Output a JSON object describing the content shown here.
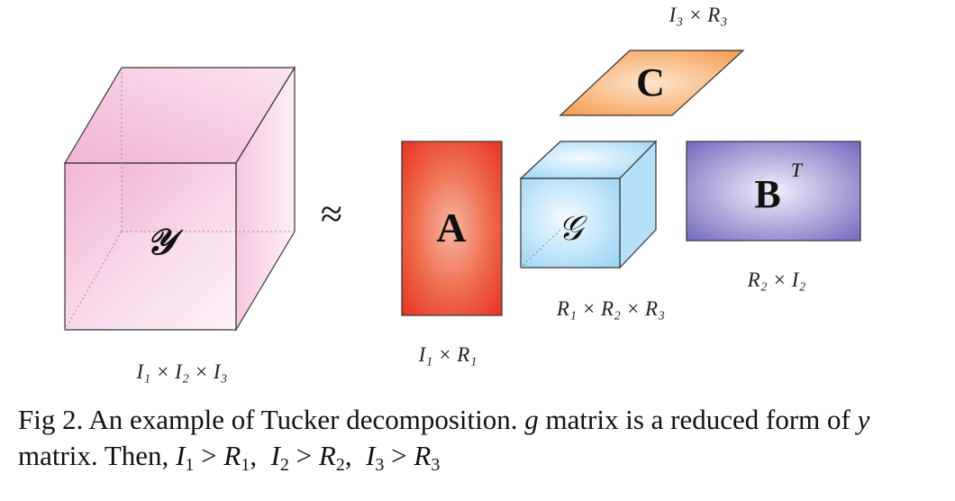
{
  "diagram": {
    "tensor_y": {
      "symbol": "𝒴",
      "dims": "I₁ × I₂ × I₃"
    },
    "approx": "≈",
    "matrix_a": {
      "label": "A",
      "dims": "I₁ × R₁"
    },
    "core_g": {
      "symbol": "𝒢",
      "dims": "R₁ × R₂ × R₃"
    },
    "matrix_c": {
      "label": "C",
      "dims": "I₃ × R₃"
    },
    "matrix_b": {
      "label": "B",
      "superscript": "T",
      "dims": "R₂ × I₂"
    }
  },
  "caption": {
    "part1": "Fig 2. An example of Tucker decomposition.",
    "g_symbol": "g",
    "part2": "matrix is a reduced form of",
    "y_symbol": "y",
    "part3": "matrix. Then,",
    "ineq1_l": "I",
    "ineq1_ls": "1",
    "ineq1_r": "R",
    "ineq1_rs": "1",
    "ineq2_l": "I",
    "ineq2_ls": "2",
    "ineq2_r": "R",
    "ineq2_rs": "2",
    "ineq3_l": "I",
    "ineq3_ls": "3",
    "ineq3_r": "R",
    "ineq3_rs": "3",
    "gt": ">",
    "sep": ","
  },
  "colors": {
    "tensor_y": "#f4bedc",
    "matrix_a": "#e9322a",
    "core_g": "#a9dcf6",
    "matrix_c": "#f6a45a",
    "matrix_b": "#7b71c4"
  }
}
